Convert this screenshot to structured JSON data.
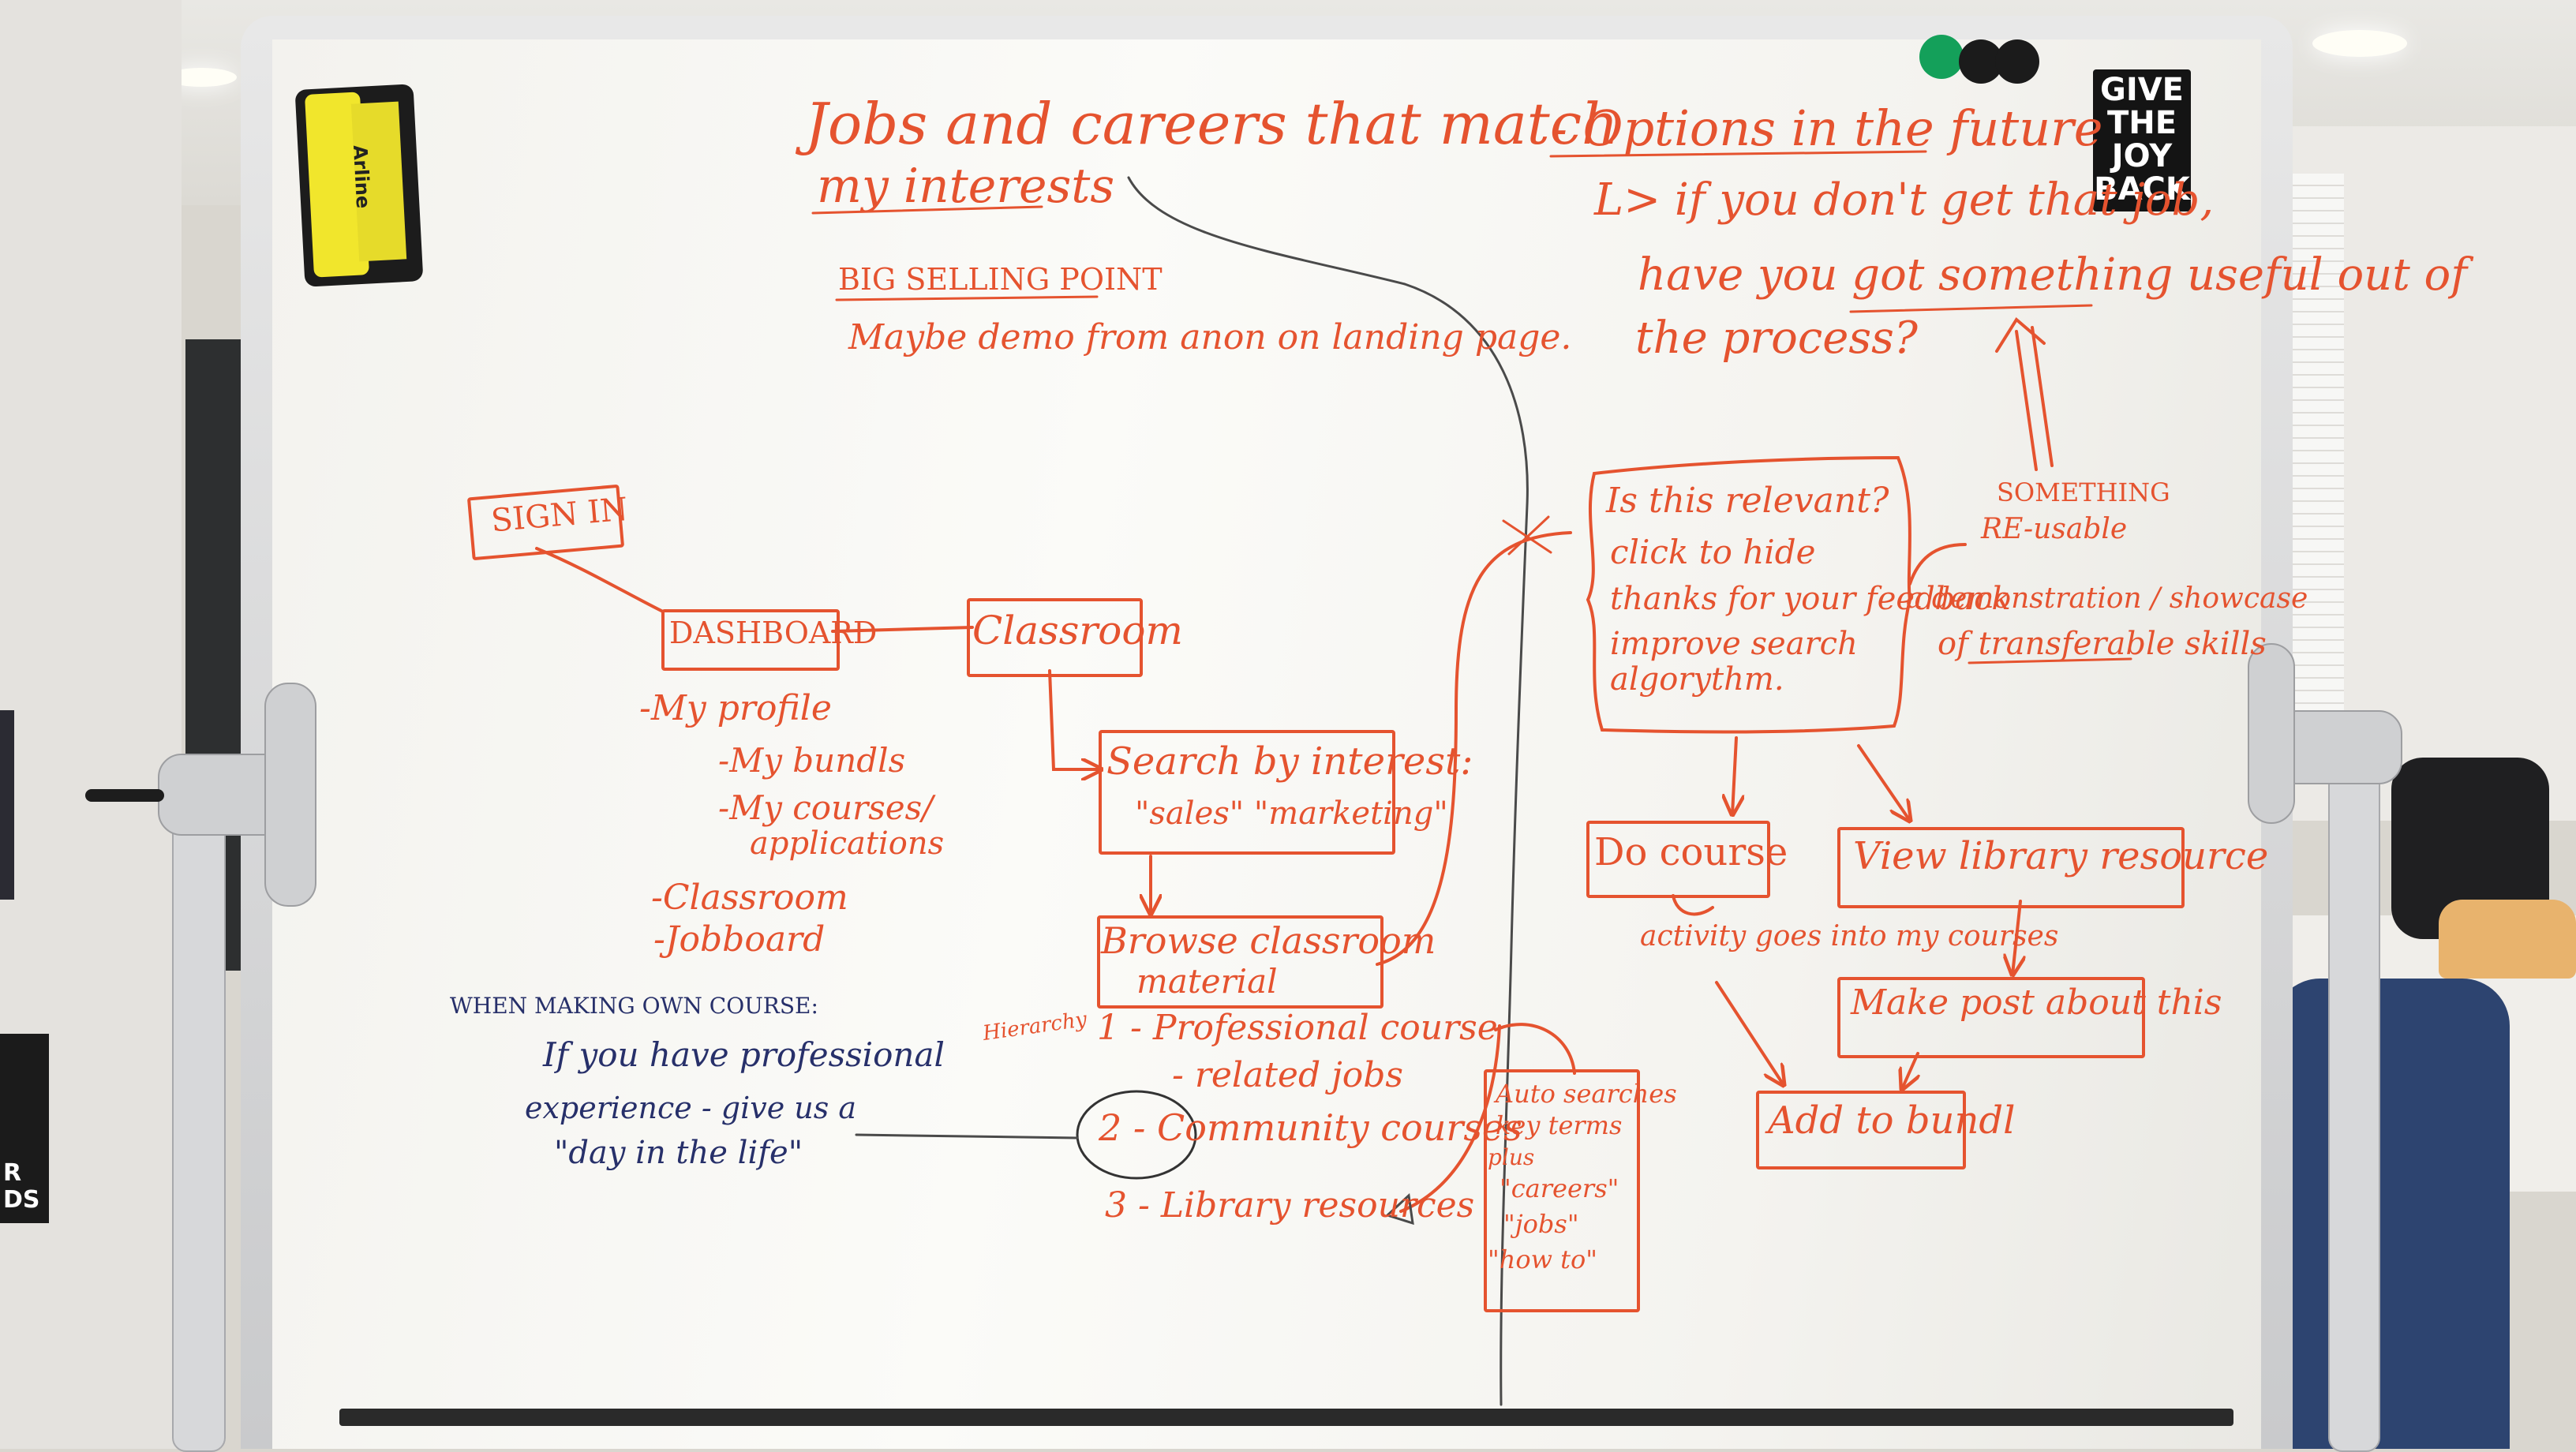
{
  "colors": {
    "marker_red": "#e5532f",
    "marker_navy": "#27306a",
    "marker_black": "#4a4a4a"
  },
  "eraser": {
    "brand": "Arline"
  },
  "sticker": {
    "lines": [
      "GIVE",
      "THE",
      "JOY",
      "BACK"
    ]
  },
  "poster": {
    "lines": [
      "R",
      "DS"
    ]
  },
  "board": {
    "title": {
      "line1": "Jobs and careers that match",
      "line2": "my interests"
    },
    "big_selling_point": {
      "heading": "BIG SELLING POINT",
      "text": "Maybe demo from anon on landing page."
    },
    "options": {
      "heading": "- Options in the future",
      "line1": "L> if you don't get that job,",
      "line2": "have you got something useful out of",
      "line3": "the process?"
    },
    "sign_in": "SIGN IN",
    "dashboard": "DASHBOARD",
    "classroom": "Classroom",
    "dashboard_items": [
      "-My profile",
      "-My bundls",
      "-My courses/",
      "applications",
      "-Classroom",
      "-Jobboard"
    ],
    "search": {
      "line1": "Search by interest:",
      "line2": "\"sales\" \"marketing\""
    },
    "browse": {
      "line1": "Browse classroom",
      "line2": "material"
    },
    "hierarchy": {
      "label": "Hierarchy",
      "item1": "1 - Professional course",
      "item1_sub": "- related jobs",
      "item2": "2 - Community courses",
      "item3": "3 - Library resources"
    },
    "own_course": {
      "heading": "WHEN MAKING OWN COURSE:",
      "line1": "If you have professional",
      "line2": "experience - give us a",
      "line3": "\"day in the life\""
    },
    "relevant": {
      "line1": "Is this relevant?",
      "line2": "click to hide",
      "line3": "thanks for your feedback",
      "line4": "improve search",
      "line5": "algorythm."
    },
    "reusable": {
      "line1": "SOMETHING",
      "line2": "RE-usable",
      "line3": "a demonstration / showcase",
      "line4": "of transferable skills"
    },
    "do_course": "Do course",
    "view_library": "View library resource",
    "activity": "activity goes into my courses",
    "make_post": "Make post about this",
    "add_bundle": "Add to bundl",
    "auto_search": [
      "Auto searches",
      "key terms",
      "plus",
      "\"careers\"",
      "\"jobs\"",
      "\"how to\""
    ]
  }
}
